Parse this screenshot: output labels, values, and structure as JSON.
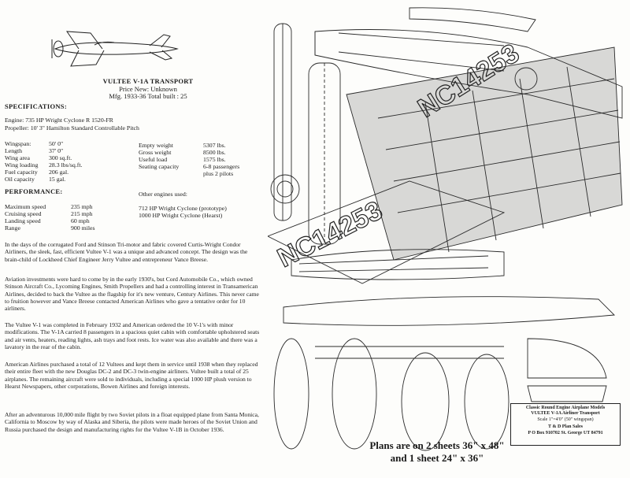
{
  "header": {
    "title": "VULTEE V-1A TRANSPORT",
    "price": "Price New: Unknown",
    "mfg": "Mfg. 1933-36    Total built : 25"
  },
  "specs": {
    "heading": "SPECIFICATIONS:",
    "engine": "Engine:   735 HP Wright Cyclone  R 1520-FR",
    "propeller": "Propeller:  10' 3\" Hamilton  Standard Controllable Pitch",
    "left": [
      {
        "label": "Wingspan:",
        "value": "50' 0\""
      },
      {
        "label": "Length",
        "value": "37' 0\""
      },
      {
        "label": "Wing area",
        "value": "300 sq.ft."
      },
      {
        "label": "Wing loading",
        "value": "28.3 lbs/sq.ft."
      },
      {
        "label": "Fuel capacity",
        "value": "206 gal."
      },
      {
        "label": "Oil capacity",
        "value": "15 gal."
      }
    ],
    "right": [
      {
        "label": "Empty weight",
        "value": "5307 lbs."
      },
      {
        "label": "Gross weight",
        "value": "8500 lbs."
      },
      {
        "label": "Useful load",
        "value": "1575 lbs."
      },
      {
        "label": "Seating capacity",
        "value": "6-8 passengers"
      },
      {
        "label": "",
        "value": "plus 2 pilots"
      }
    ]
  },
  "performance": {
    "heading": "PERFORMANCE:",
    "rows": [
      {
        "label": "Maximum speed",
        "value": "235 mph"
      },
      {
        "label": "Cruising speed",
        "value": "215 mph"
      },
      {
        "label": "Landing speed",
        "value": "60 mph"
      },
      {
        "label": "Range",
        "value": "900 miles"
      }
    ],
    "other_heading": "Other engines used:",
    "other": [
      "712 HP Wright Cyclone (prototype)",
      "1000 HP Wright Cyclone (Hearst)"
    ]
  },
  "paragraphs": [
    "In the days of the corrugated Ford and Stinson Tri-motor and fabric covered Curtis-Wright Condor Airliners, the sleek, fast, efficient Vultee V-1 was a unique and advanced concept. The design was the brain-child of Lockheed Chief Engineer Jerry Vultee and entrepreneur Vance Breese.",
    "Aviation investments were hard to come by in the early 1930's, but Cord Automobile Co., which owned Stinson Aircraft Co., Lycoming Engines, Smith Propellers and had a controlling interest in Transamerican Airlines, decided to back the Vultee as the flagship for it's new venture, Century Airlines. This never came to fruition however and Vance Breese contacted American Airlines who gave a tentative order for 10 airliners.",
    "The Vultee V-1 was completed in February 1932 and American ordered the 10 V-1's with minor modifications. The V-1A carried 8 passengers in a spacious quiet cabin with comfortable upholstered seats and air vents, heaters, reading lights, ash trays and foot rests. Ice water was also available and there was a lavatory in the rear of the cabin.",
    "American Airlines purchased a total of 12 Vultees and kept them in service until 1938 when they replaced their entire fleet with the new Douglas DC-2 and DC-3 twin-engine airliners. Vultee built a total of 25 airplanes. The remaining aircraft were sold to individuals, including a special 1000 HP plush version to Hearst Newspapers, other corporations, Bowen Airlines and foreign interests.",
    "After an adventurous 10,000 mile flight by two Soviet pilots in a float equipped plane from Santa Monica, California to Moscow by way of Alaska and Siberia, the pilots were made heroes of the Soviet Union and Russia  purchased the design and manufacturing rights for the Vultee V-1B in October 1936."
  ],
  "plans": {
    "registration": "NC14253",
    "titlebox": [
      "Classic Round Engine Airplane Models",
      "VULTEE V-1A Airliner Transport",
      "Scale 1\"=4'0\" (50\" wingspan)",
      "T & D Plan Sales",
      "P O  Box 910702  St. George UT 84791"
    ],
    "note_line1": "Plans are on 2 sheets 36\" x 48\"",
    "note_line2": "and 1 sheet 24\" x 36\""
  }
}
